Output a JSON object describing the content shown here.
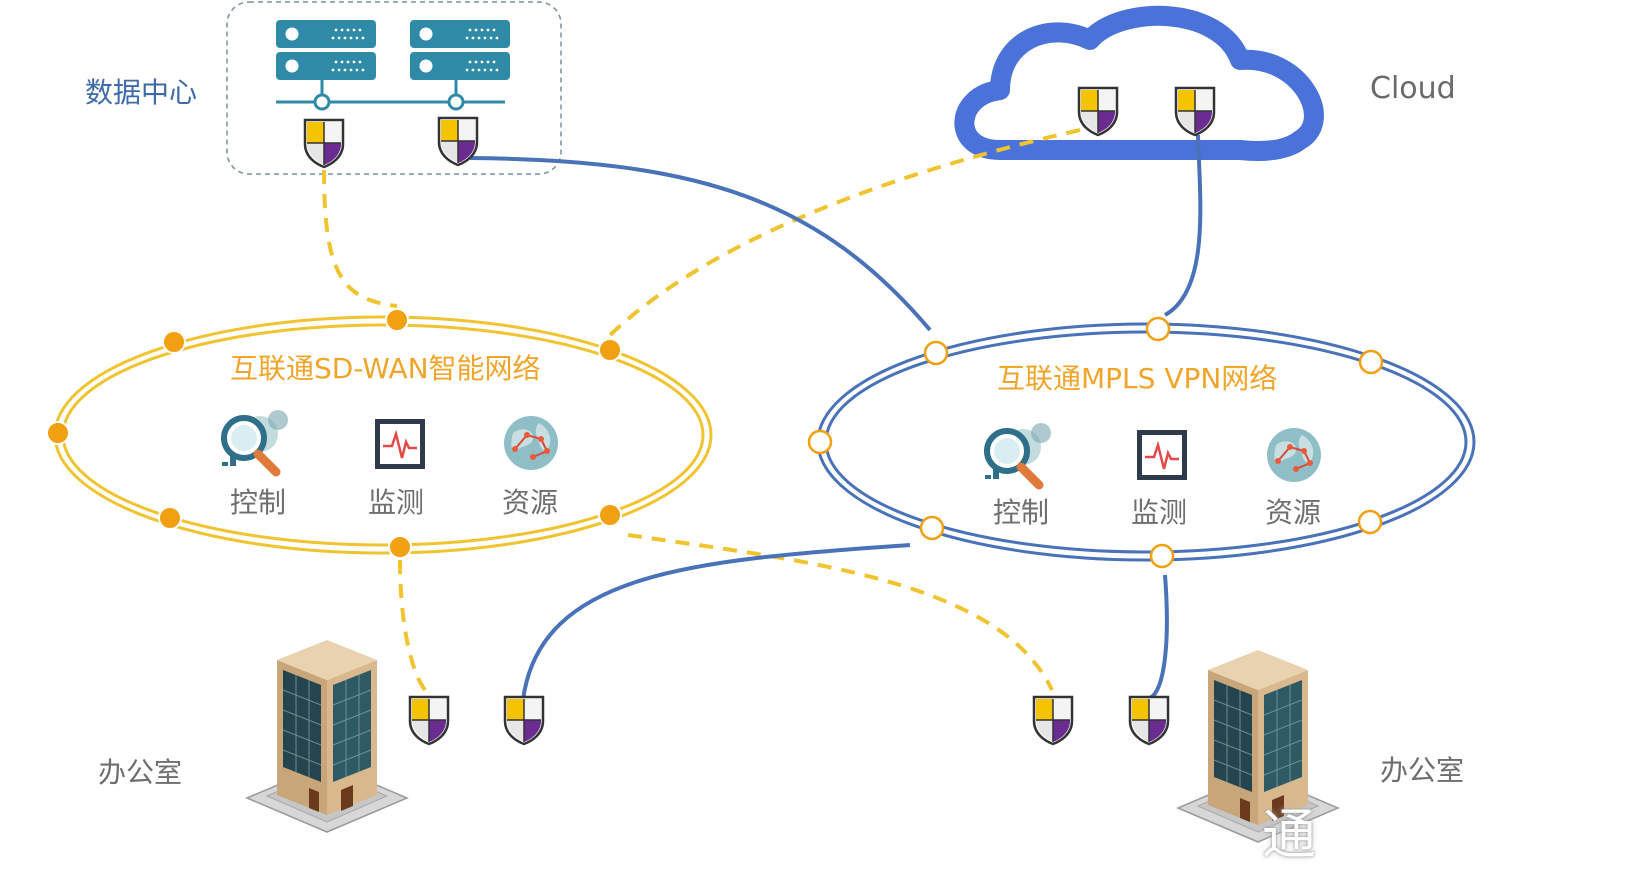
{
  "labels": {
    "datacenter": "数据中心",
    "cloud": "Cloud",
    "office_left": "办公室",
    "office_right": "办公室"
  },
  "sdwan": {
    "title": "互联通SD-WAN智能网络",
    "items": [
      {
        "icon": "control-gear-magnifier-icon",
        "label": "控制"
      },
      {
        "icon": "monitor-pulse-icon",
        "label": "监测"
      },
      {
        "icon": "resource-globe-icon",
        "label": "资源"
      }
    ]
  },
  "mpls": {
    "title": "互联通MPLS VPN网络",
    "items": [
      {
        "icon": "control-gear-magnifier-icon",
        "label": "控制"
      },
      {
        "icon": "monitor-pulse-icon",
        "label": "监测"
      },
      {
        "icon": "resource-globe-icon",
        "label": "资源"
      }
    ]
  },
  "watermark": "通",
  "colors": {
    "sdwan": "#f0c330",
    "sdwan_node": "#f0a010",
    "mpls": "#4a72b8",
    "title_text": "#f0a52a",
    "datacenter_text": "#3f6aa8",
    "server": "#2e8aa7",
    "shield_yellow": "#f5c400",
    "shield_purple": "#6b2c91",
    "label_grey": "#6e6e6e"
  }
}
